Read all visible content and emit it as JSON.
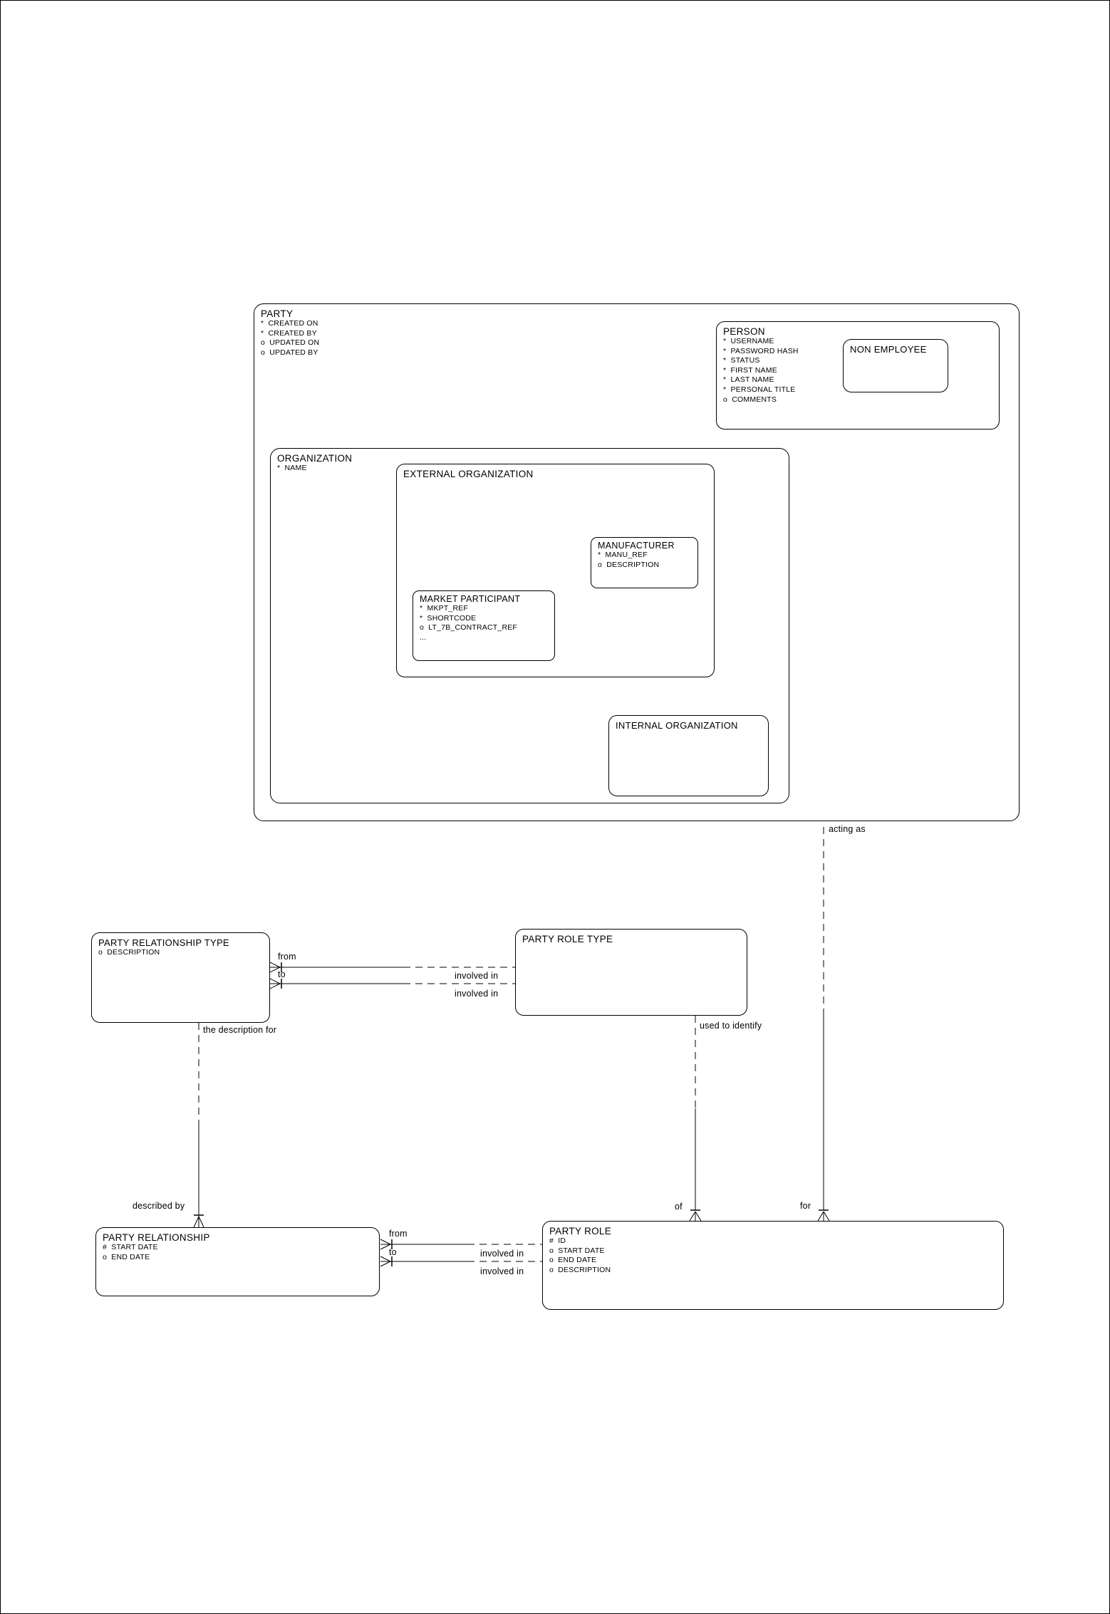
{
  "diagram": {
    "colors": {
      "line": "#000000",
      "background": "#ffffff"
    },
    "entities": {
      "party": {
        "title": "PARTY",
        "attrs": [
          "*  CREATED ON",
          "*  CREATED BY",
          "o  UPDATED ON",
          "o  UPDATED BY"
        ]
      },
      "person": {
        "title": "PERSON",
        "attrs": [
          "*  USERNAME",
          "*  PASSWORD HASH",
          "*  STATUS",
          "*  FIRST NAME",
          "*  LAST NAME",
          "*  PERSONAL TITLE",
          "o  COMMENTS"
        ]
      },
      "non_employee": {
        "title": "NON EMPLOYEE"
      },
      "organization": {
        "title": "ORGANIZATION",
        "attrs": [
          "*  NAME"
        ]
      },
      "external_organization": {
        "title": "EXTERNAL ORGANIZATION"
      },
      "manufacturer": {
        "title": "MANUFACTURER",
        "attrs": [
          "*  MANU_REF",
          "o  DESCRIPTION"
        ]
      },
      "market_participant": {
        "title": "MARKET PARTICIPANT",
        "attrs": [
          "*  MKPT_REF",
          "*  SHORTCODE",
          "o  LT_7B_CONTRACT_REF",
          "..."
        ]
      },
      "internal_organization": {
        "title": "INTERNAL ORGANIZATION"
      },
      "party_relationship_type": {
        "title": "PARTY RELATIONSHIP TYPE",
        "attrs": [
          "o  DESCRIPTION"
        ]
      },
      "party_role_type": {
        "title": "PARTY ROLE TYPE"
      },
      "party_relationship": {
        "title": "PARTY RELATIONSHIP",
        "attrs": [
          "#  START DATE",
          "o  END DATE"
        ]
      },
      "party_role": {
        "title": "PARTY ROLE",
        "attrs": [
          "#  ID",
          "o  START DATE",
          "o  END DATE",
          "o  DESCRIPTION"
        ]
      }
    },
    "relationships": {
      "party_acting_as_party_role": {
        "near_party": "acting as",
        "near_party_role": "for"
      },
      "party_role_type_identifies_party_role": {
        "near_party_role_type": "used to identify",
        "near_party_role": "of"
      },
      "party_relationship_type_describes_party_relationship": {
        "near_type": "the description for",
        "near_relationship": "described by"
      },
      "party_relationship_type_party_role_type": {
        "from_label": "from",
        "to_label": "to",
        "involved_in_1": "involved in",
        "involved_in_2": "involved in"
      },
      "party_relationship_party_role": {
        "from_label": "from",
        "to_label": "to",
        "involved_in_1": "involved in",
        "involved_in_2": "involved in"
      }
    }
  }
}
